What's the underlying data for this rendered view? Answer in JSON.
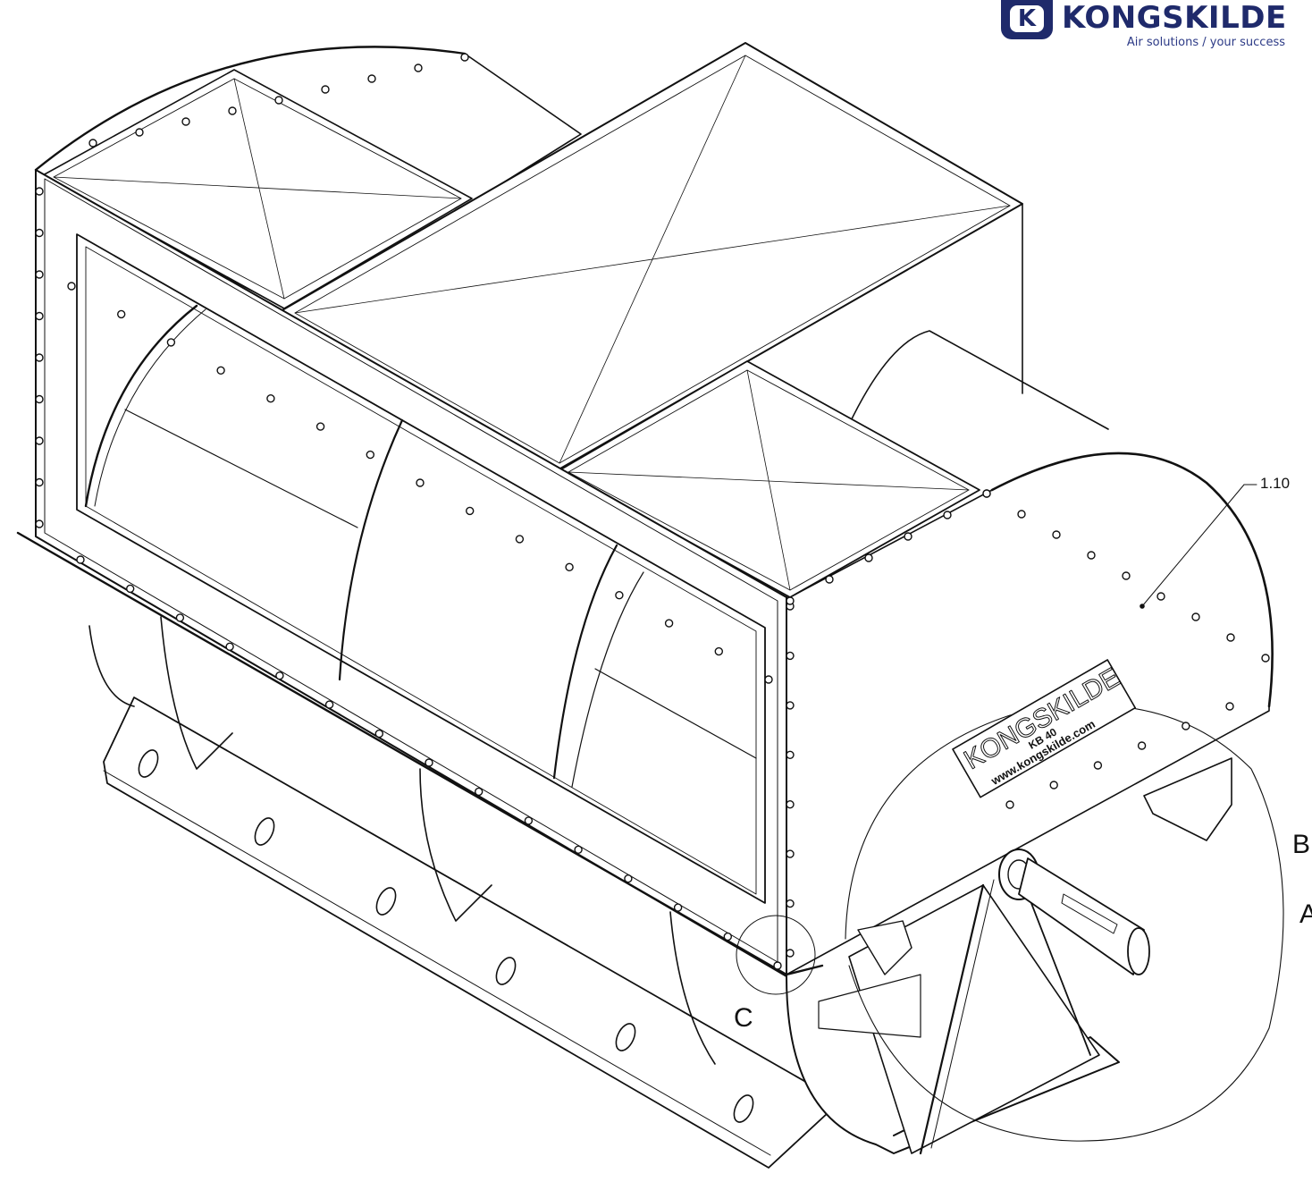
{
  "logo": {
    "badge_letter": "K",
    "brand": "KONGSKILDE",
    "tagline": "Air solutions / your success",
    "brand_color": "#1f2a6b"
  },
  "nameplate": {
    "brand": "KONGSKILDE",
    "model": "KB 40",
    "url": "www.kongskilde.com"
  },
  "callouts": {
    "part_ref": "1.10",
    "detail_b": "B",
    "detail_a": "A",
    "detail_c": "C"
  }
}
